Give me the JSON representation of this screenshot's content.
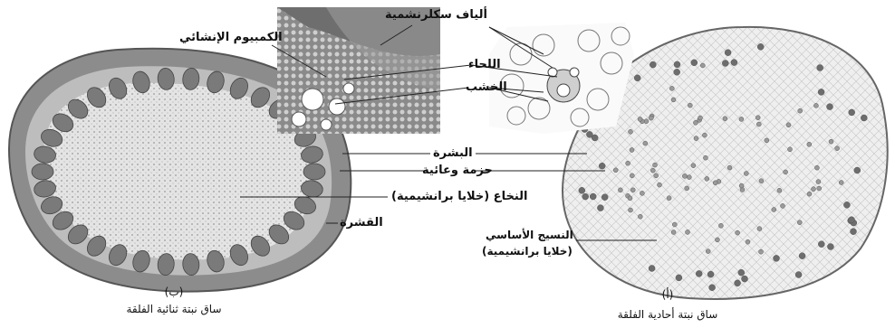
{
  "labels": {
    "sclerenchyma_fibers": "ألياف سكلرنشمية",
    "vascular_cambium": "الكمبيوم الإنشائي",
    "phloem": "اللحاء",
    "xylem": "الخشب",
    "epidermis": "البشرة",
    "vascular_bundle": "حزمة وعائية",
    "pith": "النخاع (خلايا برانشيمية)",
    "cortex": "القشرة",
    "ground_tissue_line1": "النسيج الأساسي",
    "ground_tissue_line2": "(خلايا برانشيمية)"
  },
  "captions": {
    "b_letter": "(ب)",
    "b_title": "ساق نبتة ثنائية الفلقة",
    "a_letter": "(أ)",
    "a_title": "ساق نبتة أحادية الفلقة"
  },
  "colors": {
    "dicot_fill": "#d9d9d9",
    "monocot_fill": "#e8e8e8",
    "bundle": "#7a7a7a",
    "leader": "#222222"
  }
}
